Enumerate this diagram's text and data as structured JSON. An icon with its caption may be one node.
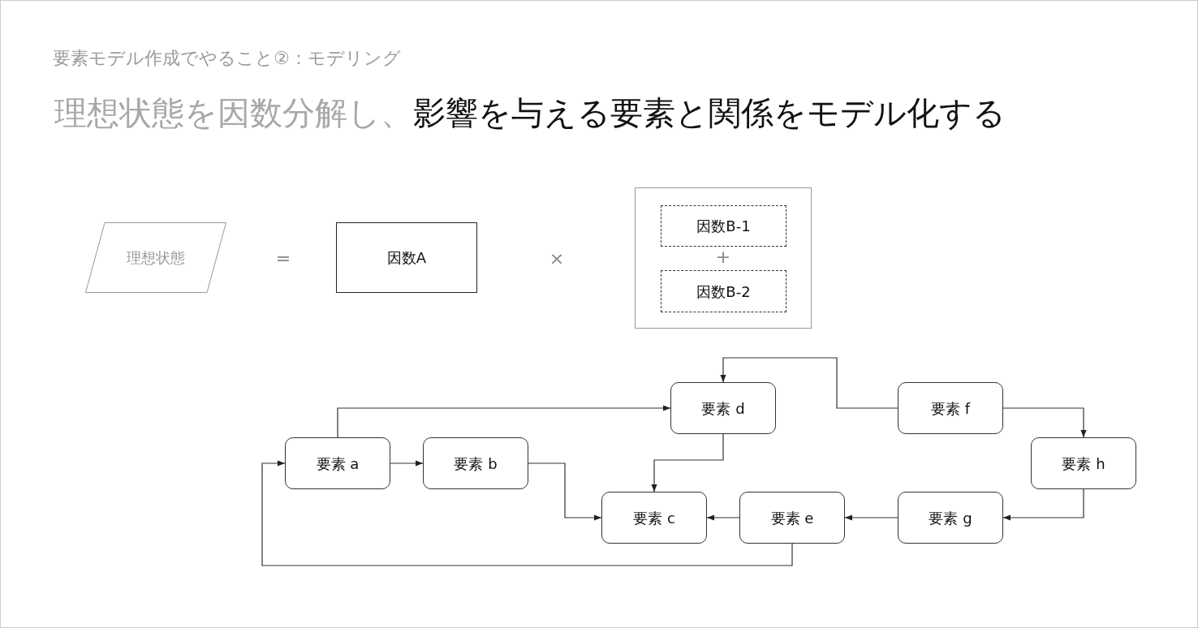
{
  "diagram": {
    "title": "要素モデル作成でやること②：モデリング",
    "nodes": [
      {
        "text": [
          "理想状態"
        ]
      },
      {
        "text": [
          "因数A"
        ]
      },
      {
        "text": [],
        "shape": "box"
      },
      {
        "text": [
          "因数B-1"
        ],
        "in": 2
      },
      {
        "text": [
          "因数B-2"
        ],
        "in": 2
      },
      {
        "text": [
          "要素 d"
        ]
      },
      {
        "text": [
          "要素 f"
        ]
      },
      {
        "text": [
          "要素 a"
        ]
      },
      {
        "text": [
          "要素 b"
        ]
      },
      {
        "text": [
          "要素 h"
        ]
      },
      {
        "text": [
          "要素 c"
        ]
      },
      {
        "text": [
          "要素 e"
        ]
      },
      {
        "text": [
          "要素 g"
        ]
      }
    ],
    "edges": [
      {
        "from": 7,
        "to": 8,
        "arrow": "to"
      },
      {
        "from": 7,
        "to": 5,
        "arrow": "to"
      },
      {
        "from": 8,
        "to": 10,
        "arrow": "to"
      },
      {
        "from": 5,
        "to": 10,
        "arrow": "to"
      },
      {
        "from": 11,
        "to": 10,
        "arrow": "to"
      },
      {
        "from": 11,
        "to": 7,
        "arrow": "to"
      },
      {
        "from": 6,
        "to": 5,
        "arrow": "to"
      },
      {
        "from": 6,
        "to": 9,
        "arrow": "to"
      },
      {
        "from": 9,
        "to": 12,
        "arrow": "to"
      },
      {
        "from": 12,
        "to": 11,
        "arrow": "to"
      }
    ],
    "labels": [
      "理想状態を因数分解し、",
      "影響を与える要素と関係をモデル化する",
      "=",
      "×",
      "+"
    ]
  }
}
